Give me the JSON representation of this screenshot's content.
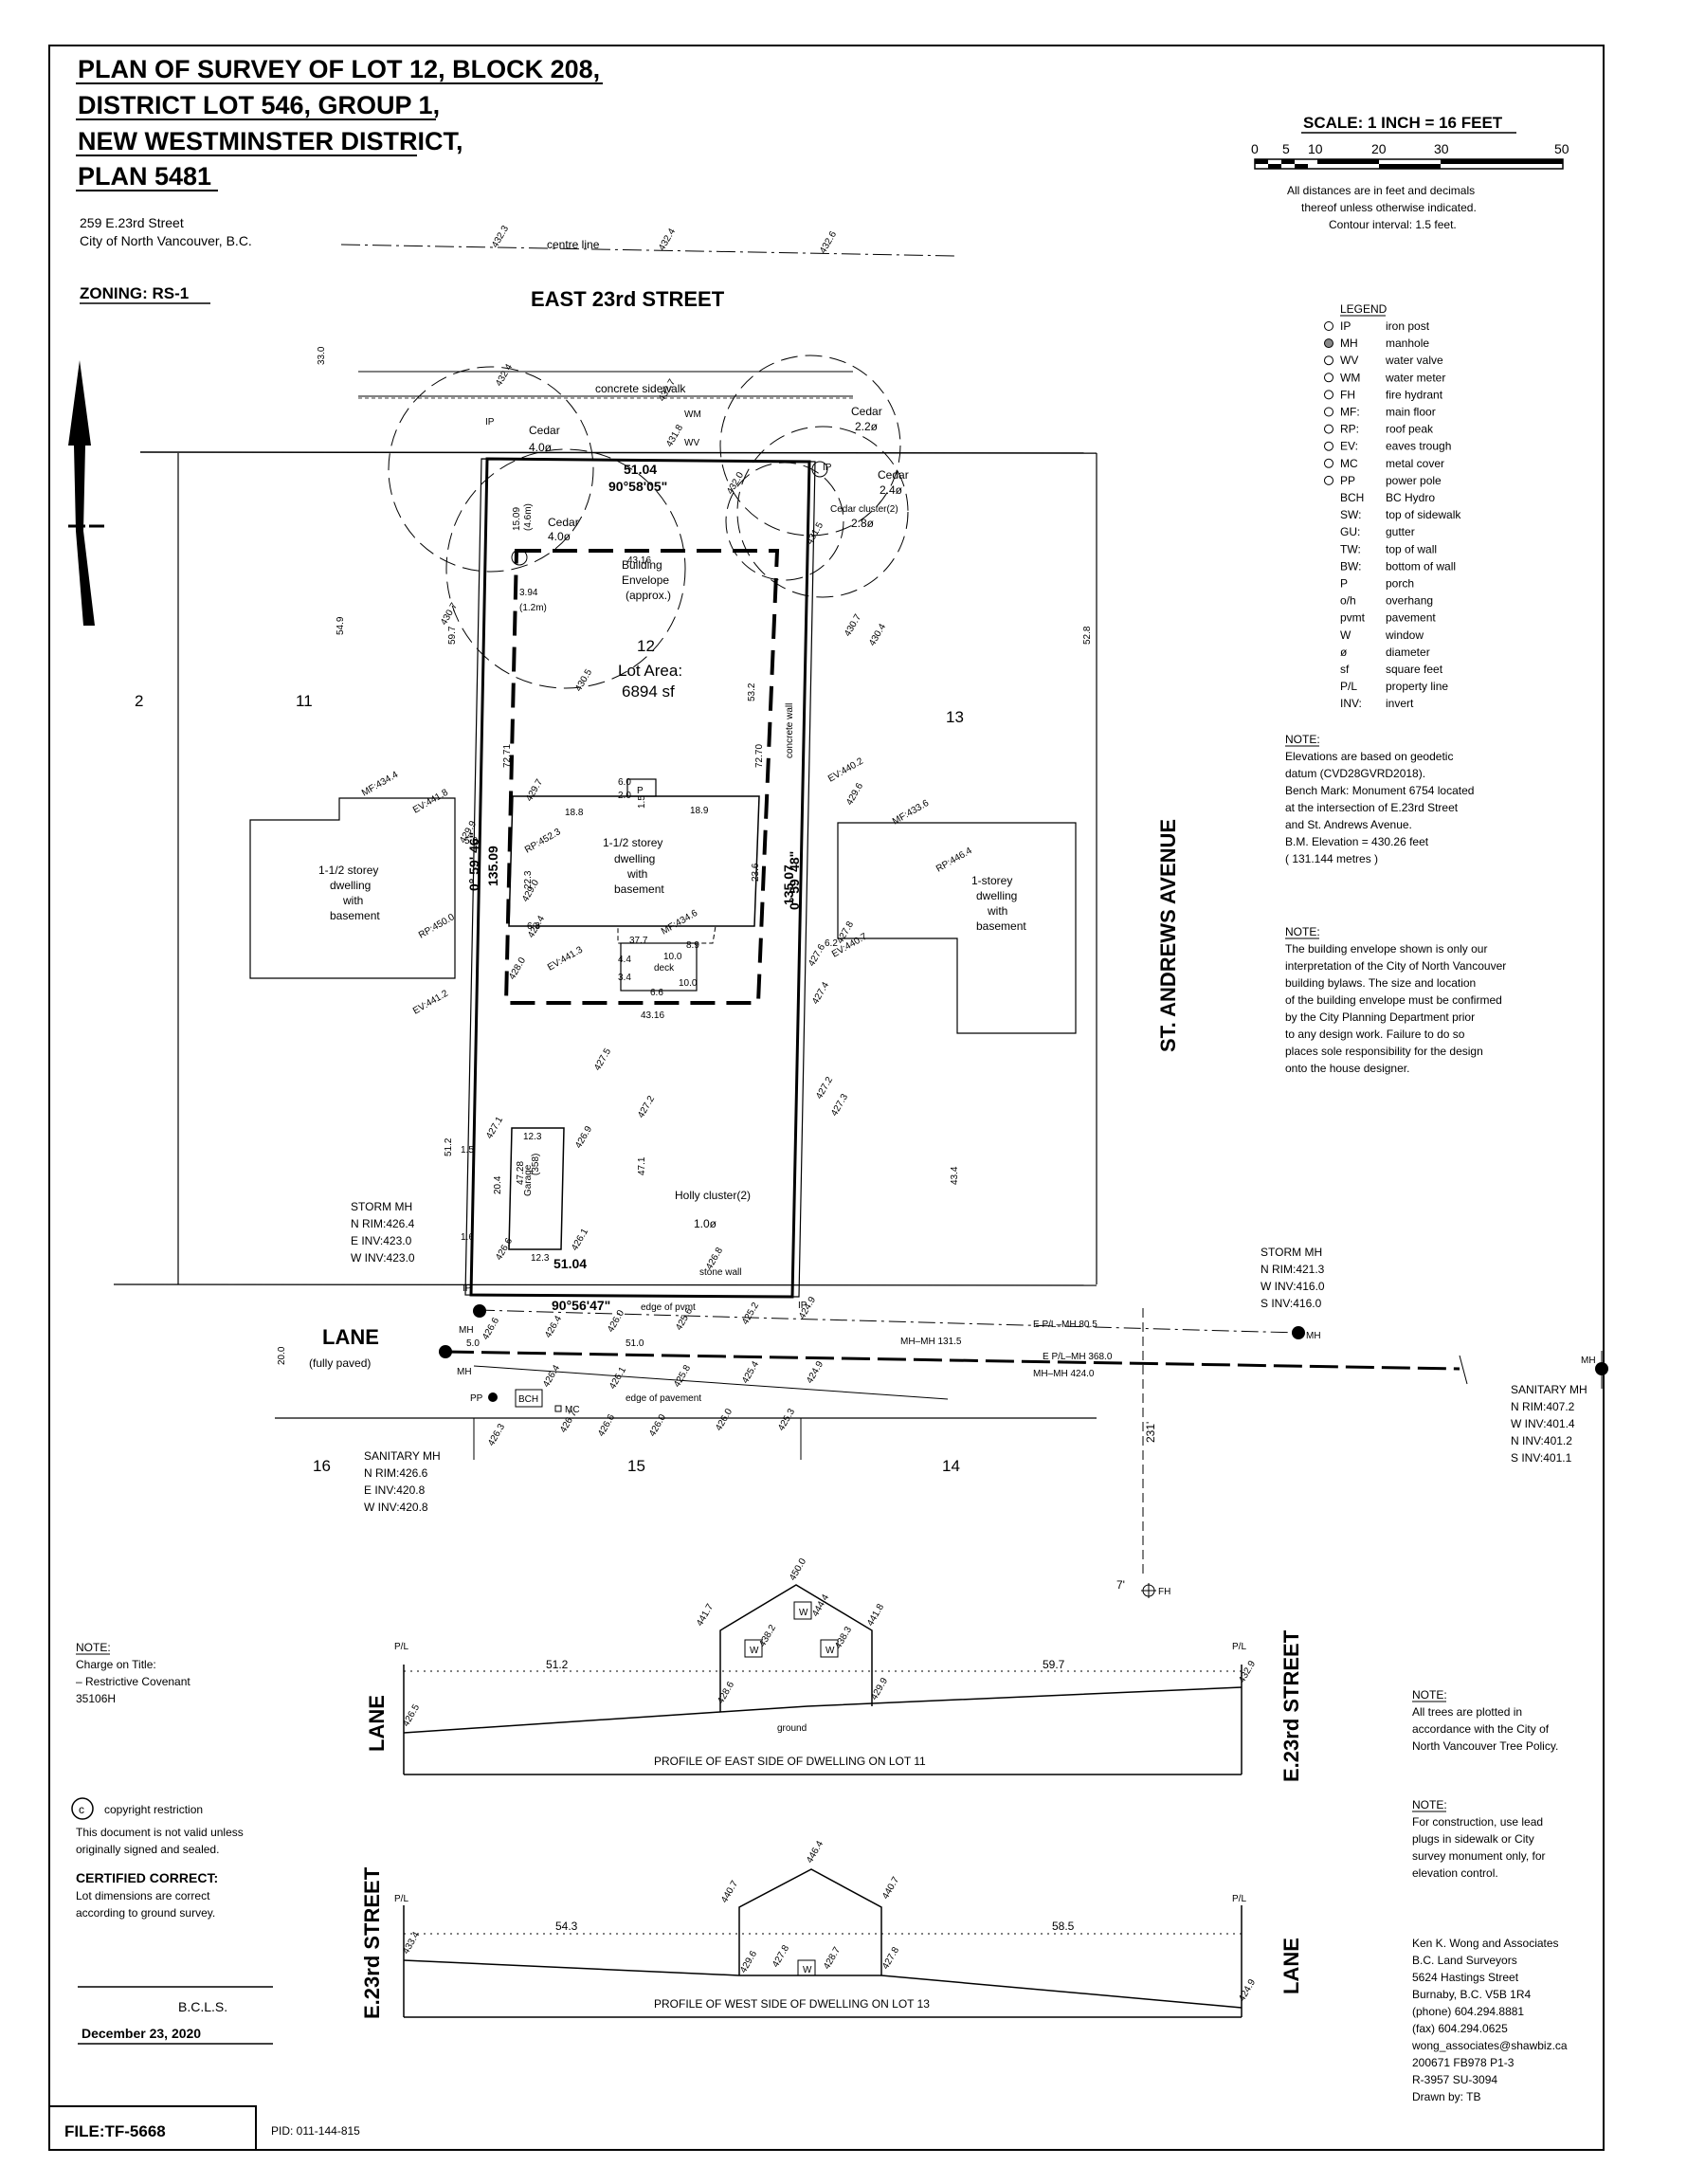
{
  "title": {
    "line1": "PLAN OF SURVEY OF LOT 12, BLOCK 208,",
    "line2": "DISTRICT LOT 546, GROUP 1,",
    "line3": "NEW WESTMINSTER DISTRICT,",
    "line4": "PLAN 5481"
  },
  "address": {
    "line1": "259 E.23rd Street",
    "line2": "City of North Vancouver, B.C."
  },
  "zoning": "ZONING: RS-1",
  "scale": {
    "label": "SCALE: 1 INCH = 16 FEET",
    "ticks": [
      "0",
      "5",
      "10",
      "20",
      "30",
      "50"
    ],
    "note1": "All distances are in feet and decimals",
    "note2": "thereof unless otherwise indicated.",
    "note3": "Contour interval: 1.5 feet."
  },
  "legend": {
    "title": "LEGEND",
    "items": [
      {
        "code": "IP",
        "desc": "iron post"
      },
      {
        "code": "MH",
        "desc": "manhole"
      },
      {
        "code": "WV",
        "desc": "water valve"
      },
      {
        "code": "WM",
        "desc": "water meter"
      },
      {
        "code": "FH",
        "desc": "fire hydrant"
      },
      {
        "code": "MF:",
        "desc": "main floor"
      },
      {
        "code": "RP:",
        "desc": "roof peak"
      },
      {
        "code": "EV:",
        "desc": "eaves trough"
      },
      {
        "code": "MC",
        "desc": "metal cover"
      },
      {
        "code": "PP",
        "desc": "power pole"
      },
      {
        "code": "BCH",
        "desc": "BC Hydro"
      },
      {
        "code": "SW:",
        "desc": "top of sidewalk"
      },
      {
        "code": "GU:",
        "desc": "gutter"
      },
      {
        "code": "TW:",
        "desc": "top of wall"
      },
      {
        "code": "BW:",
        "desc": "bottom of wall"
      },
      {
        "code": "P",
        "desc": "porch"
      },
      {
        "code": "o/h",
        "desc": "overhang"
      },
      {
        "code": "pvmt",
        "desc": "pavement"
      },
      {
        "code": "W",
        "desc": "window"
      },
      {
        "code": "ø",
        "desc": "diameter"
      },
      {
        "code": "sf",
        "desc": "square feet"
      },
      {
        "code": "P/L",
        "desc": "property line"
      },
      {
        "code": "INV:",
        "desc": "invert"
      }
    ]
  },
  "note_elevation": {
    "title": "NOTE:",
    "lines": [
      "Elevations are based on geodetic",
      "datum (CVD28GVRD2018).",
      "Bench Mark: Monument 6754 located",
      "at the intersection of E.23rd Street",
      "and St. Andrews Avenue.",
      "B.M. Elevation = 430.26 feet",
      "( 131.144 metres )"
    ]
  },
  "note_envelope": {
    "title": "NOTE:",
    "lines": [
      "The building envelope shown is only our",
      "interpretation of the City of North Vancouver",
      "building bylaws. The size and location",
      "of the building envelope must be confirmed",
      "by the City Planning Department prior",
      "to any design work. Failure to do so",
      "places sole responsibility for the design",
      "onto the house designer."
    ]
  },
  "note_trees": {
    "title": "NOTE:",
    "lines": [
      "All trees are plotted in",
      "accordance with the City of",
      "North Vancouver Tree Policy."
    ]
  },
  "note_construction": {
    "title": "NOTE:",
    "lines": [
      "For construction, use lead",
      "plugs in sidewalk or City",
      "survey monument only, for",
      "elevation control."
    ]
  },
  "note_charge": {
    "title": "NOTE:",
    "lines": [
      "Charge on Title:",
      "– Restrictive Covenant",
      "35106H"
    ]
  },
  "copyright": {
    "symbol": "c",
    "label": "copyright restriction",
    "line1": "This document is not valid unless",
    "line2": "originally signed and sealed."
  },
  "certified": {
    "title": "CERTIFIED CORRECT:",
    "line1": "Lot dimensions are correct",
    "line2": "according to ground survey."
  },
  "signature": {
    "bcls": "B.C.L.S.",
    "date": "December 23, 2020"
  },
  "file_no": "FILE:TF-5668",
  "pid": "PID: 011-144-815",
  "surveyor": {
    "lines": [
      "Ken K. Wong and Associates",
      "B.C. Land Surveyors",
      "5624 Hastings Street",
      "Burnaby, B.C. V5B 1R4",
      "(phone) 604.294.8881",
      "(fax) 604.294.0625",
      "wong_associates@shawbiz.ca",
      "200671   FB978  P1-3",
      "R-3957   SU-3094",
      "Drawn by: TB"
    ]
  },
  "plan": {
    "street_north": "EAST 23rd STREET",
    "street_east": "ST. ANDREWS AVENUE",
    "lane": "LANE",
    "lane_note": "(fully paved)",
    "centre_line": "centre line",
    "concrete_sidewalk": "concrete sidewalk",
    "lots": {
      "l2": "2",
      "l11": "11",
      "l12": "12",
      "l13": "13",
      "l14": "14",
      "l15": "15",
      "l16": "16"
    },
    "lot_area_label": "Lot Area:",
    "lot_area": "6894 sf",
    "building_envelope": [
      "Building",
      "Envelope",
      "(approx.)"
    ],
    "dwelling12": [
      "1-1/2 storey",
      "dwelling",
      "with",
      "basement"
    ],
    "dwelling11": [
      "1-1/2 storey",
      "dwelling",
      "with",
      "basement"
    ],
    "dwelling13": [
      "1-storey",
      "dwelling",
      "with",
      "basement"
    ],
    "garage": "Garage",
    "deck": "deck",
    "porch": "P",
    "concrete_wall": "concrete wall",
    "stone_wall": "stone wall",
    "edge_of_pvmt": "edge of pvmt",
    "edge_of_pavement": "edge of pavement",
    "dims": {
      "north": "51.04",
      "north_bearing": "90°58'05\"",
      "south": "51.04",
      "south_bearing": "90°56'47\"",
      "west": "135.09",
      "west_bearing": "0° 59' 46\"",
      "east": "135.07",
      "east_bearing": "0° 59' 48\"",
      "env_north": "43.16",
      "env_south": "43.16",
      "d33": "33.0",
      "d549": "54.9",
      "d528": "52.8",
      "d434": "43.4",
      "d200": "20.0",
      "d231": "231'",
      "d7": "7'"
    },
    "trees": [
      {
        "name": "Cedar",
        "size": "4.0ø"
      },
      {
        "name": "Cedar",
        "size": "4.0ø"
      },
      {
        "name": "Cedar",
        "size": "2.2ø"
      },
      {
        "name": "Cedar",
        "size": "2.4ø"
      },
      {
        "name": "Cedar cluster(2)",
        "size": "2.8ø"
      },
      {
        "name": "Holly cluster(2)",
        "size": "1.0ø"
      }
    ],
    "storm_mh_left": [
      "STORM MH",
      "N RIM:426.4",
      "E INV:423.0",
      "W INV:423.0"
    ],
    "storm_mh_right": [
      "STORM MH",
      "N RIM:421.3",
      "W INV:416.0",
      "S INV:416.0"
    ],
    "sanitary_mh_left": [
      "SANITARY MH",
      "N RIM:426.6",
      "E INV:420.8",
      "W INV:420.8"
    ],
    "sanitary_mh_right": [
      "SANITARY MH",
      "N RIM:407.2",
      "W INV:401.4",
      "N INV:401.2",
      "S INV:401.1"
    ],
    "lane_lines": [
      "E P/L–MH 80.5",
      "MH–MH 131.5",
      "E P/L–MH 368.0",
      "MH–MH 424.0"
    ],
    "labels": {
      "mh": "MH",
      "fh": "FH",
      "pp": "PP",
      "bch": "BCH",
      "mc": "MC",
      "wm": "WM",
      "wv": "WV",
      "ip": "IP"
    },
    "elevations_street": [
      "432.3",
      "432.4",
      "432.6",
      "432.4",
      "432.7",
      "431.8",
      "432.0",
      "431.5",
      "430.4",
      "430.7",
      "430.5"
    ],
    "elevations_lane": [
      "426.3",
      "426.7",
      "426.6",
      "426.0",
      "426.0",
      "425.3",
      "426.4",
      "426.1",
      "425.8",
      "425.4",
      "424.9",
      "426.6",
      "426.4",
      "426.0",
      "425.6",
      "425.2",
      "424.9"
    ],
    "elevations_lot": [
      "429.7",
      "429.9",
      "429.0",
      "428.4",
      "428.0",
      "427.5",
      "427.2",
      "427.1",
      "426.9",
      "427.2",
      "427.4",
      "427.3",
      "427.6",
      "427.8",
      "429.6",
      "430.7",
      "426.6",
      "426.1",
      "426.8"
    ],
    "side_labels": {
      "ev441_8": "EV:441.8",
      "mf434_4": "MF:434.4",
      "rp450_0": "RP:450.0",
      "ev441_2": "EV:441.2",
      "rp452_3": "RP:452.3",
      "ev441_3": "EV:441.3",
      "mf434_6": "MF:434.6",
      "ev440_2": "EV:440.2",
      "mf433_6": "MF:433.6",
      "rp446_4": "RP:446.4",
      "ev440_7": "EV:440.7"
    },
    "interior_dims": [
      "18.8",
      "18.9",
      "6.0",
      "2.0",
      "1.5",
      "22.3",
      "23.6",
      "37.7",
      "10.0",
      "8.9",
      "10.0",
      "4.4",
      "3.4",
      "6.6",
      "12.3",
      "20.4",
      "12.3",
      "47.28",
      "(358)",
      "47.1",
      "51.2",
      "59.7",
      "72.71",
      "72.70",
      "53.2",
      "3.94",
      "(1.2m)",
      "15.09",
      "(4.6m)",
      "5.0",
      "6.3",
      "6.2",
      "1.5",
      "1.6",
      "5.0",
      "51.0"
    ]
  },
  "profile_east": {
    "caption": "PROFILE OF EAST SIDE OF DWELLING ON LOT 11",
    "left_label": "LANE",
    "right_label": "E.23rd STREET",
    "pl": "P/L",
    "seg_left": "51.2",
    "seg_right": "59.7",
    "ground": "ground",
    "elevs": [
      "426.5",
      "428.6",
      "429.9",
      "432.9",
      "441.7",
      "450.0",
      "444.4",
      "441.8",
      "438.2",
      "438.3"
    ],
    "window": "W"
  },
  "profile_west": {
    "caption": "PROFILE OF WEST SIDE OF DWELLING ON LOT 13",
    "left_label": "E.23rd STREET",
    "right_label": "LANE",
    "pl": "P/L",
    "seg_left": "54.3",
    "seg_right": "58.5",
    "elevs": [
      "433.4",
      "429.6",
      "427.8",
      "428.7",
      "427.8",
      "424.9",
      "440.7",
      "446.4",
      "440.7"
    ],
    "window": "W"
  }
}
